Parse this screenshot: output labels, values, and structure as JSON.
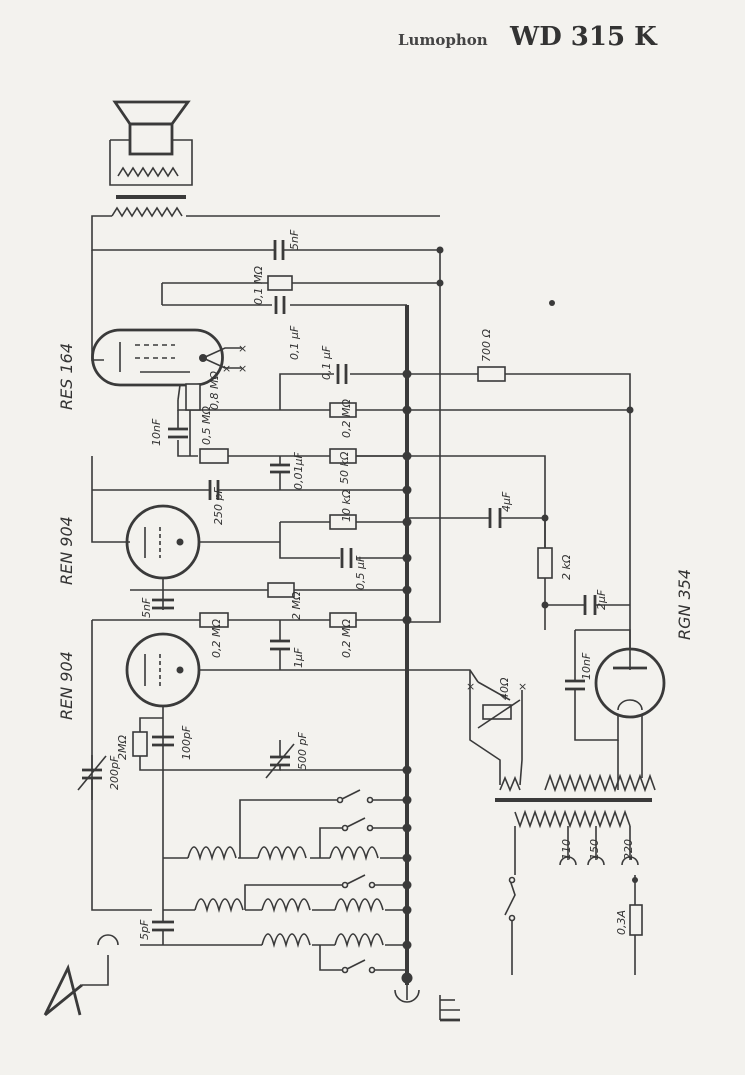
{
  "header": {
    "brand": "Lumophon",
    "model": "WD 315 K"
  },
  "tubes": {
    "output": "RES 164",
    "detector": "REN 904",
    "rf": "REN 904",
    "rectifier": "RGN 354"
  },
  "components": {
    "c_5nF_top": "5nF",
    "r_01M": "0,1 MΩ",
    "c_01uF_a": "0,1 µF",
    "c_01uF_b": "0,1 µF",
    "r_700": "700 Ω",
    "r_08M": "0,8 MΩ",
    "c_10nF": "10nF",
    "r_05M": "0,5 MΩ",
    "r_02M_a": "0,2 MΩ",
    "c_001uF": "0,01µF",
    "r_50k": "50 kΩ",
    "c_250pF": "250 pF",
    "r_10k": "10 kΩ",
    "c_4uF": "4µF",
    "c_05uF": "0,5 µF",
    "r_2k": "2 kΩ",
    "c_5nF_mid": "5nF",
    "r_2M": "2 MΩ",
    "c_2uF": "2µF",
    "r_02M_b": "0,2 MΩ",
    "c_1uF": "1µF",
    "r_02M_c": "0,2 MΩ",
    "c_10nF_b": "10nF",
    "r_40": "40Ω",
    "r_2M_grid": "2MΩ",
    "c_100pF": "100pF",
    "c_200pF": "200pF",
    "c_500pF": "500 pF",
    "c_5pF": "5pF",
    "fuse": "0,3A",
    "tap_110": "110",
    "tap_150": "150",
    "tap_220": "220"
  }
}
